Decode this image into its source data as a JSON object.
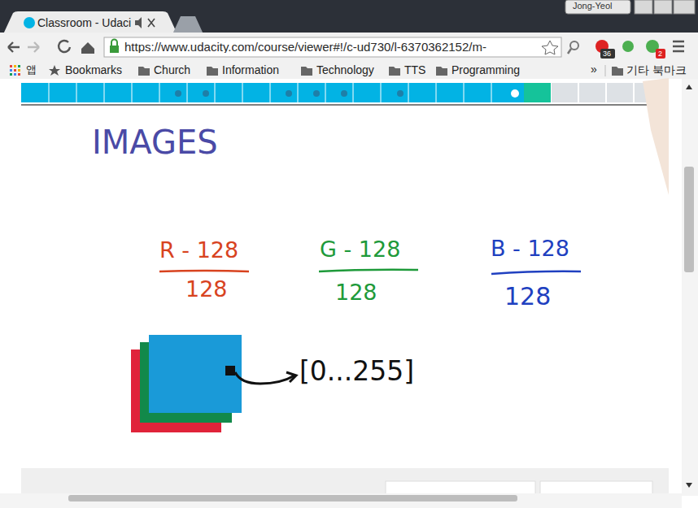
{
  "diagram": {
    "title": "IMAGES",
    "labels": [
      "Classroom - Udaci",
      "Jong-Yeol",
      "https://www.udacity.com/course/viewer#!/c-ud730/l-6370362152/m-",
      "36",
      "2",
      "앱",
      "Bookmarks",
      "Church",
      "Information",
      "Technology",
      "TTS",
      "Programming",
      "»",
      "기타 북마크",
      "R - 128",
      "128",
      "G - 128",
      "128",
      "B - 128",
      "128",
      "[0...255]"
    ]
  }
}
